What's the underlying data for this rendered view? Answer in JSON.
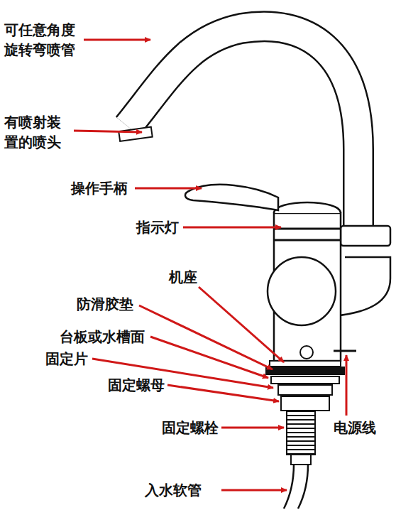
{
  "diagram": {
    "labels": [
      "可任意角度 旋转弯喷管",
      "有喷射装 置的喷头",
      "操作手柄",
      "指示灯",
      "机座",
      "防滑胶垫",
      "台板或水槽面",
      "固定片",
      "固定螺母",
      "固定螺栓",
      "电源线",
      "入水软管"
    ]
  }
}
